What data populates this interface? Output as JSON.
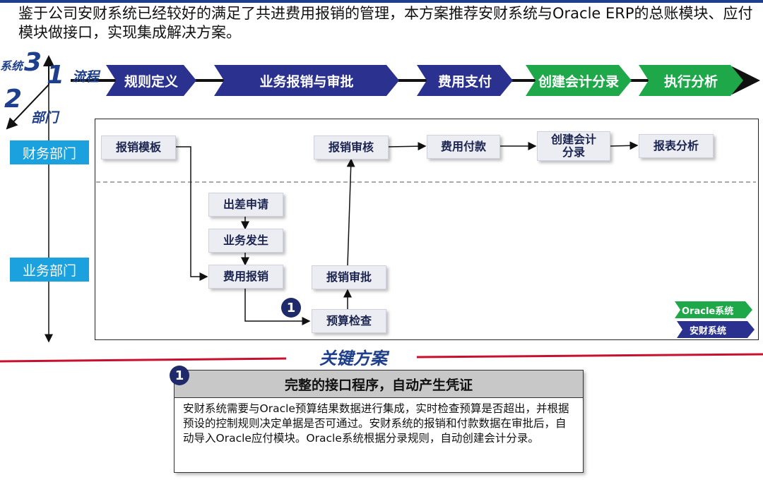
{
  "intro_text": "鉴于公司安财系统已经较好的满足了共进费用报销的管理，本方案推荐安财系统与Oracle  ERP的总账模块、应付模块做接口，实现集成解决方案。",
  "axes": {
    "num3": "3",
    "label3": "系统",
    "num1": "1",
    "label1": "流程",
    "num2": "2",
    "label2": "部门"
  },
  "process": [
    "规则定义",
    "业务报销与审批",
    "费用支付",
    "创建会计分录",
    "执行分析"
  ],
  "departments": {
    "finance": "财务部门",
    "business": "业务部门"
  },
  "finance_boxes": [
    "报销模板",
    "报销审核",
    "费用付款",
    "创建会计\n分录",
    "报表分析"
  ],
  "business_boxes": [
    "出差申请",
    "业务发生",
    "费用报销",
    "报销审批",
    "预算检查"
  ],
  "badge_number": "1",
  "legend": {
    "oracle": "Oracle系统",
    "ancai": "安财系统"
  },
  "colors": {
    "navy": "#2a318f",
    "green": "#1ea84a",
    "dept_blue": "#1ba2de",
    "red_rule": "#c8102e"
  },
  "key_plan": {
    "title": "关键方案",
    "badge": "1",
    "heading": "完整的接口程序，自动产生凭证",
    "body": "安财系统需要与Oracle预算结果数据进行集成，实时检查预算是否超出，并根据预设的控制规则决定单据是否可通过。安财系统的报销和付款数据在审批后，自动导入Oracle应付模块。Oracle系统根据分录规则，自动创建会计分录。"
  }
}
